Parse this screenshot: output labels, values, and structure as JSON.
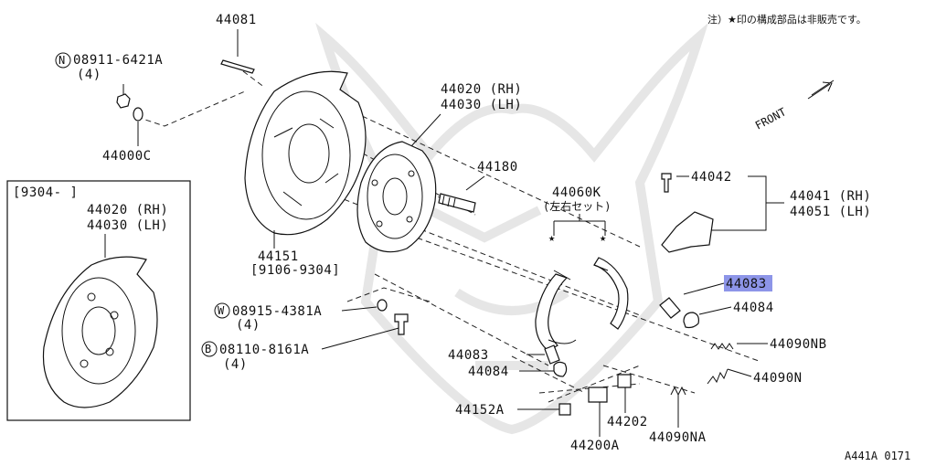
{
  "note": "注）★印の構成部品は非販売です。",
  "front": "FRONT",
  "diagram_id": "A441A 0171",
  "inset": {
    "date_range": "[9304-      ]",
    "rh": "44020 (RH)",
    "lh": "44030 (LH)"
  },
  "labels": {
    "p44081": "44081",
    "nut_part": "08911-6421A",
    "nut_qty": "(4)",
    "nut_prefix": "N",
    "p44000c": "44000C",
    "plate_rh": "44020 (RH)",
    "plate_lh": "44030 (LH)",
    "p44180": "44180",
    "shoe_set": "44060K",
    "shoe_set_note": "(左右セット)",
    "p44151": "44151",
    "p44151_range": "[9106-9304]",
    "washer_part": "08915-4381A",
    "washer_qty": "(4)",
    "washer_prefix": "W",
    "bolt_part": "08110-8161A",
    "bolt_qty": "(4)",
    "bolt_prefix": "B",
    "p44042": "44042",
    "lever_rh": "44041 (RH)",
    "lever_lh": "44051 (LH)",
    "p44083_highlight": "44083",
    "p44084_right": "44084",
    "p44090nb": "44090NB",
    "p44090n": "44090N",
    "p44083_left": "44083",
    "p44084_left": "44084",
    "p44152a": "44152A",
    "p44202": "44202",
    "p44200a": "44200A",
    "p44090na": "44090NA"
  },
  "colors": {
    "highlight": "#8d95e8",
    "line": "#111111"
  }
}
